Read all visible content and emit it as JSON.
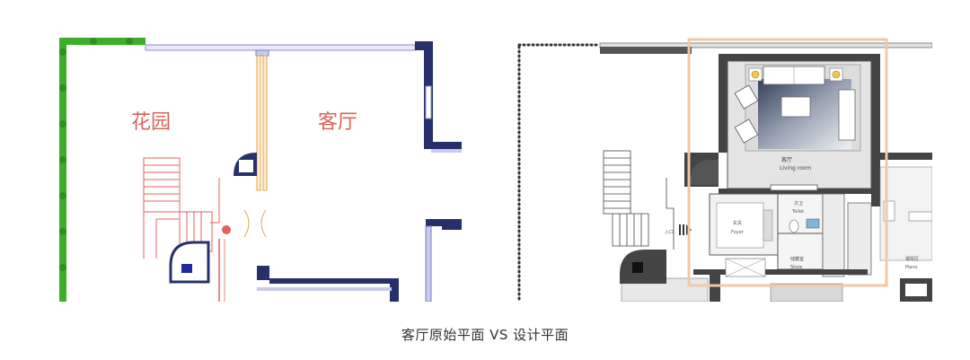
{
  "original_plan": {
    "room_garden": "花园",
    "room_living": "客厅"
  },
  "design_plan": {
    "living_room_cn": "客厅",
    "living_room_en": "Living room",
    "foyer_cn": "玄关",
    "foyer_en": "Foyer",
    "toilet_cn": "次卫",
    "toilet_en": "Toilet",
    "store_cn": "储藏室",
    "store_en": "Store",
    "piano_cn": "钢琴区",
    "piano_en": "Piano",
    "entrance": "入口"
  },
  "caption": "客厅原始平面 VS 设计平面",
  "colors": {
    "hedge_green": "#3cae2a",
    "wall_navy": "#27306b",
    "highlight_orange": "#f0c8a4",
    "plan_red": "#e0645e"
  }
}
